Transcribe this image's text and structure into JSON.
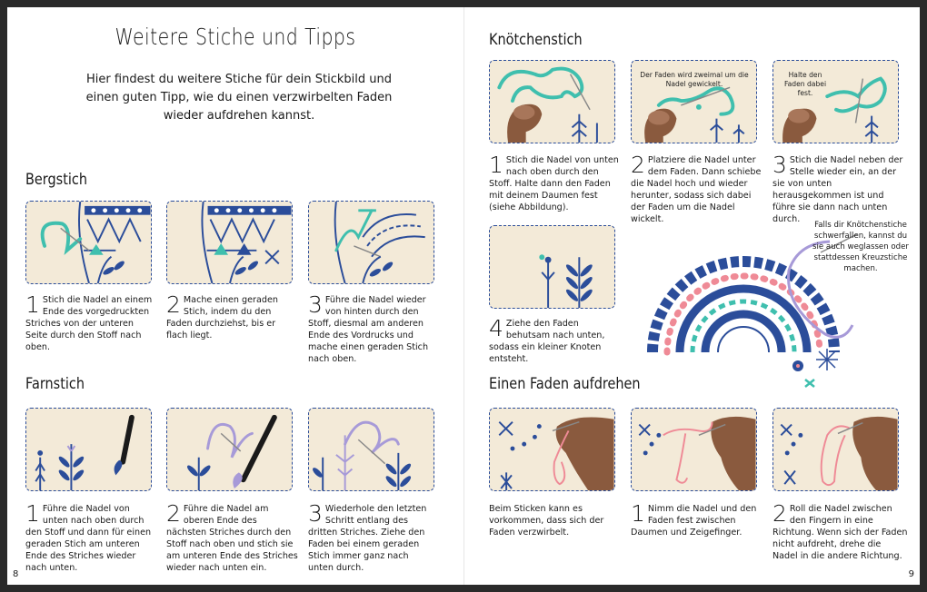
{
  "left_page": {
    "title": "Weitere Stiche und Tipps",
    "intro": "Hier findest du weitere Stiche für dein Stickbild und einen guten Tipp, wie du einen verzwirbelten Faden wieder aufdrehen kannst.",
    "page_number": "8",
    "bergstich": {
      "heading": "Bergstich",
      "steps": [
        {
          "num": "1",
          "text": "Stich die Nadel an einem Ende des vorgedruckten Striches von der unteren Seite durch den Stoff nach oben."
        },
        {
          "num": "2",
          "text": "Mache einen geraden Stich, indem du den Faden durchziehst, bis er flach liegt."
        },
        {
          "num": "3",
          "text": "Führe die Nadel wieder von hinten durch den Stoff, diesmal am anderen Ende des Vordrucks und mache einen geraden Stich nach oben."
        }
      ]
    },
    "farnstich": {
      "heading": "Farnstich",
      "steps": [
        {
          "num": "1",
          "text": "Führe die Nadel von unten nach oben durch den Stoff und dann für einen geraden Stich am unteren Ende des Striches wieder nach unten."
        },
        {
          "num": "2",
          "text": "Führe die Nadel am oberen Ende des nächsten Striches durch den Stoff nach oben und stich sie am unteren Ende des Striches wieder nach unten ein."
        },
        {
          "num": "3",
          "text": "Wiederhole den letzten Schritt entlang des dritten Striches. Ziehe den Faden bei einem geraden Stich immer ganz nach unten durch."
        }
      ]
    }
  },
  "right_page": {
    "page_number": "9",
    "knoetchenstich": {
      "heading": "Knötchenstich",
      "notes": [
        "Der Faden wird zweimal um die Nadel gewickelt.",
        "Halte den Faden dabei fest."
      ],
      "steps": [
        {
          "num": "1",
          "text": "Stich die Nadel von unten nach oben durch den Stoff. Halte dann den Faden mit deinem Daumen fest (siehe Abbildung)."
        },
        {
          "num": "2",
          "text": "Platziere die Nadel unter dem Faden. Dann schiebe die Nadel hoch und wieder herunter, sodass sich dabei der Faden um die Nadel wickelt."
        },
        {
          "num": "3",
          "text": "Stich die Nadel neben der Stelle wieder ein, an der sie von unten herausgekommen ist und führe sie dann nach unten durch."
        },
        {
          "num": "4",
          "text": "Ziehe den Faden behutsam nach unten, sodass ein kleiner Knoten entsteht."
        }
      ],
      "side_note": "Falls dir Knötchenstiche schwerfallen, kannst du sie auch weglassen oder stattdessen Kreuzstiche machen."
    },
    "aufdrehen": {
      "heading": "Einen Faden aufdrehen",
      "intro_text": "Beim Sticken kann es vorkommen, dass sich der Faden verzwirbelt.",
      "steps": [
        {
          "num": "1",
          "text": "Nimm die Nadel und den Faden fest zwischen Daumen und Zeigefinger."
        },
        {
          "num": "2",
          "text": "Roll die Nadel zwischen den Fingern in eine Richtung. Wenn sich der Faden nicht aufdreht, drehe die Nadel in die andere Richtung."
        }
      ]
    }
  },
  "colors": {
    "navy": "#2b4d9a",
    "fabric": "#f3ead8",
    "teal": "#3fbfae",
    "lilac": "#a79ad8",
    "pink": "#ef8a96",
    "skin": "#8a5a3e"
  }
}
